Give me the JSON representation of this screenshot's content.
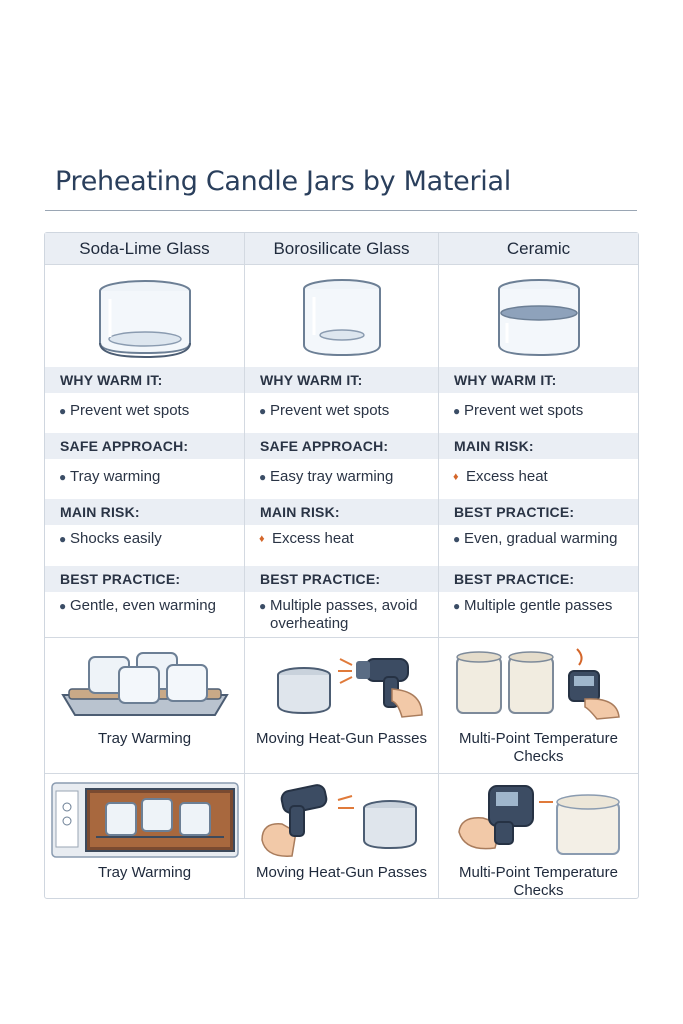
{
  "title": "Preheating Candle Jars by Material",
  "columns": [
    {
      "header": "Soda-Lime Glass",
      "why_label": "WHY WARM IT:",
      "why_item": "Prevent wet spots",
      "sec2_label": "SAFE APPROACH:",
      "sec2_item": "Tray warming",
      "sec3_label": "MAIN RISK:",
      "sec3_item": "Shocks easily",
      "sec4_label": "BEST PRACTICE:",
      "sec4_item": "Gentle, even warming",
      "caption1": "Tray Warming",
      "caption2": "Tray Warming"
    },
    {
      "header": "Borosilicate Glass",
      "why_label": "WHY WARM IT:",
      "why_item": "Prevent wet spots",
      "sec2_label": "SAFE APPROACH:",
      "sec2_item": "Easy tray warming",
      "sec3_label": "MAIN RISK:",
      "sec3_item": "Excess heat",
      "sec4_label": "BEST PRACTICE:",
      "sec4_item": "Multiple passes, avoid overheating",
      "caption1": "Moving Heat-Gun Passes",
      "caption2": "Moving Heat-Gun Passes"
    },
    {
      "header": "Ceramic",
      "why_label": "WHY WARM IT:",
      "why_item": "Prevent wet spots",
      "sec2_label": "MAIN RISK:",
      "sec2_item": "Excess heat",
      "sec3_label": "BEST PRACTICE:",
      "sec3_item": "Even, gradual warming",
      "sec4_label": "BEST PRACTICE:",
      "sec4_item": "Multiple gentle passes",
      "caption1": "Multi-Point Temperature Checks",
      "caption2": "Multi-Point Temperature Checks"
    }
  ],
  "icons": {
    "bullet": "bullet-dot-icon",
    "flame": "flame-icon"
  }
}
